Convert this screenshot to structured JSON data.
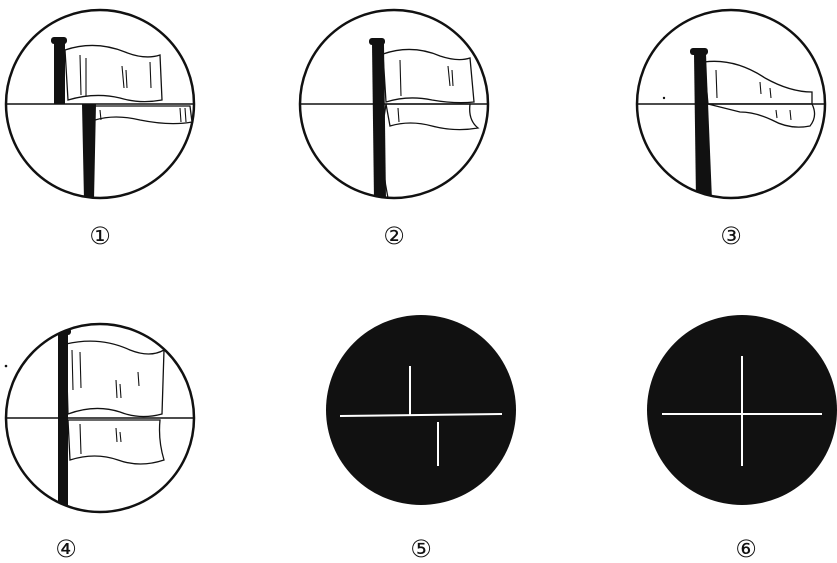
{
  "diagram": {
    "ink_color": "#111111",
    "paper_color": "#ffffff",
    "views": [
      {
        "label": "①",
        "icon": "rangefinder-flag-split-offset-icon",
        "field": "light"
      },
      {
        "label": "②",
        "icon": "rangefinder-flag-split-near-icon",
        "field": "light"
      },
      {
        "label": "③",
        "icon": "rangefinder-flag-split-far-icon",
        "field": "light"
      },
      {
        "label": "④",
        "icon": "rangefinder-flag-aligned-icon",
        "field": "light"
      },
      {
        "label": "⑤",
        "icon": "crosshair-offset-icon",
        "field": "dark"
      },
      {
        "label": "⑥",
        "icon": "crosshair-aligned-icon",
        "field": "dark"
      }
    ]
  }
}
